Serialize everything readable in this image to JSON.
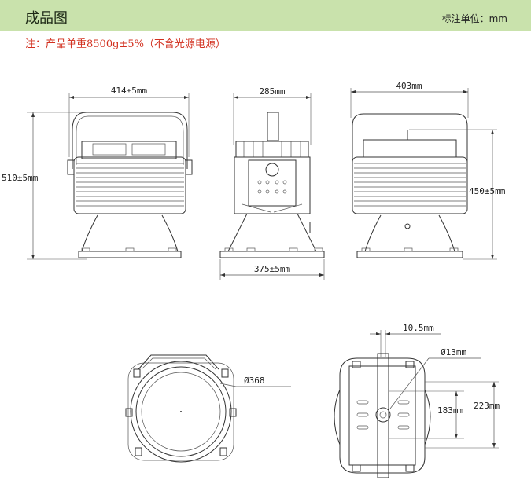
{
  "header": {
    "title": "成品图",
    "units": "标注单位：mm",
    "bar_color": "#c9e2ac"
  },
  "note": {
    "text": "注：产品单重8500g±5%（不含光源电源）",
    "color": "#d2301f"
  },
  "dimensions": {
    "front_width": "414±5mm",
    "front_height": "510±5mm",
    "side_width": "285mm",
    "side_base": "375±5mm",
    "back_width": "403mm",
    "back_height": "450±5mm",
    "round_diameter": "Ø368",
    "bracket_width": "10.5mm",
    "hole_diameter": "Ø13mm",
    "hole_spacing_inner": "183mm",
    "hole_spacing_outer": "223mm"
  }
}
